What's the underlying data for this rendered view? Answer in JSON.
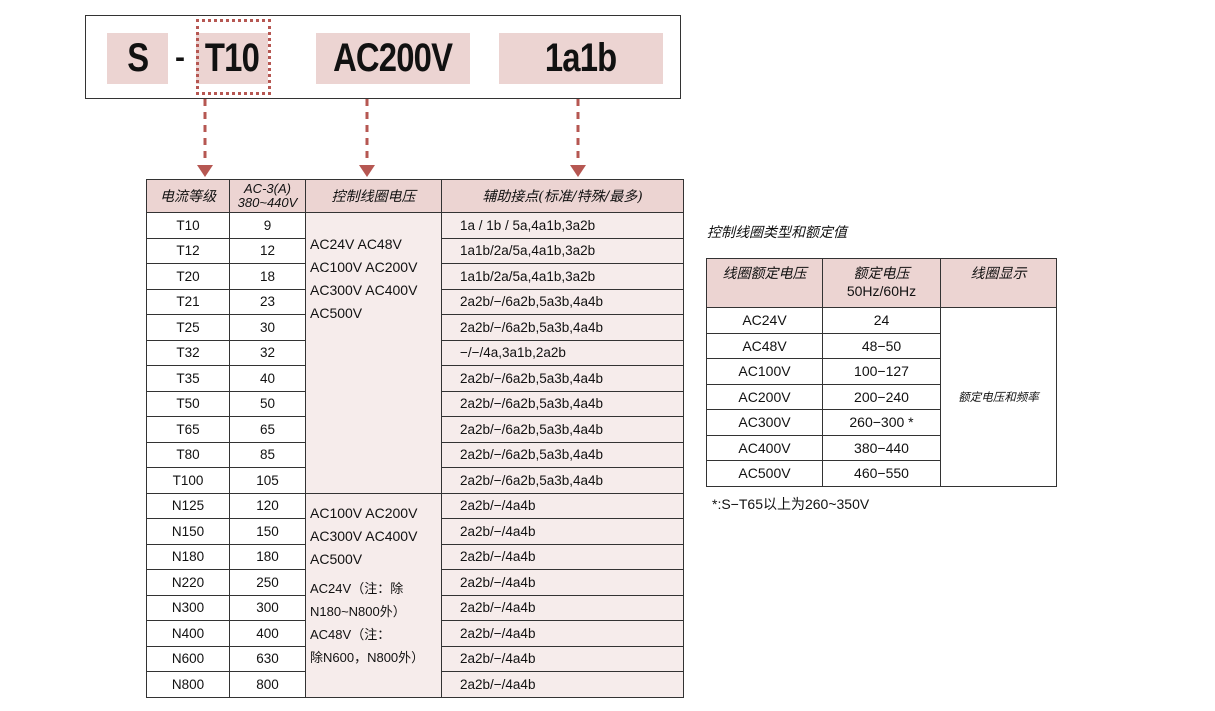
{
  "model_code": {
    "series": "S",
    "separator": "-",
    "frame_size": "T10",
    "coil_voltage": "AC200V",
    "aux_contacts": "1a1b"
  },
  "colors": {
    "segment_fill": "#ecd4d2",
    "row_fill": "#f6eceb",
    "accent_arrow": "#b65752"
  },
  "main_table": {
    "headers": {
      "rating": "电流等级",
      "ac3_line1": "AC-3(A)",
      "ac3_line2": "380~440V",
      "coil": "控制线圈电压",
      "aux": "辅助接点(标准/特殊/最多)"
    },
    "coil_group_t": "AC24V   AC48V\nAC100V  AC200V\nAC300V  AC400V\nAC500V",
    "coil_group_n_main": "AC100V  AC200V\nAC300V  AC400V\nAC500V",
    "coil_group_n_note": "AC24V（注：除\nN180~N800外）\nAC48V（注：\n除N600，N800外）",
    "rows": [
      {
        "code": "T10",
        "amps": "9",
        "aux": "1a / 1b / 5a,4a1b,3a2b"
      },
      {
        "code": "T12",
        "amps": "12",
        "aux": "1a1b/2a/5a,4a1b,3a2b"
      },
      {
        "code": "T20",
        "amps": "18",
        "aux": "1a1b/2a/5a,4a1b,3a2b"
      },
      {
        "code": "T21",
        "amps": "23",
        "aux": "2a2b/−/6a2b,5a3b,4a4b"
      },
      {
        "code": "T25",
        "amps": "30",
        "aux": "2a2b/−/6a2b,5a3b,4a4b"
      },
      {
        "code": "T32",
        "amps": "32",
        "aux": "−/−/4a,3a1b,2a2b"
      },
      {
        "code": "T35",
        "amps": "40",
        "aux": "2a2b/−/6a2b,5a3b,4a4b"
      },
      {
        "code": "T50",
        "amps": "50",
        "aux": "2a2b/−/6a2b,5a3b,4a4b"
      },
      {
        "code": "T65",
        "amps": "65",
        "aux": "2a2b/−/6a2b,5a3b,4a4b"
      },
      {
        "code": "T80",
        "amps": "85",
        "aux": "2a2b/−/6a2b,5a3b,4a4b"
      },
      {
        "code": "T100",
        "amps": "105",
        "aux": "2a2b/−/6a2b,5a3b,4a4b"
      },
      {
        "code": "N125",
        "amps": "120",
        "aux": "2a2b/−/4a4b"
      },
      {
        "code": "N150",
        "amps": "150",
        "aux": "2a2b/−/4a4b"
      },
      {
        "code": "N180",
        "amps": "180",
        "aux": "2a2b/−/4a4b"
      },
      {
        "code": "N220",
        "amps": "250",
        "aux": "2a2b/−/4a4b"
      },
      {
        "code": "N300",
        "amps": "300",
        "aux": "2a2b/−/4a4b"
      },
      {
        "code": "N400",
        "amps": "400",
        "aux": "2a2b/−/4a4b"
      },
      {
        "code": "N600",
        "amps": "630",
        "aux": "2a2b/−/4a4b"
      },
      {
        "code": "N800",
        "amps": "800",
        "aux": "2a2b/−/4a4b"
      }
    ]
  },
  "coil_table": {
    "caption": "控制线圈类型和额定值",
    "headers": {
      "rated": "线圈额定电压",
      "range_line1": "额定电压",
      "range_line2": "50Hz/60Hz",
      "display": "线圈显示"
    },
    "display_text": "额定电压和频率",
    "rows": [
      {
        "rated": "AC24V",
        "range": "24"
      },
      {
        "rated": "AC48V",
        "range": "48−50"
      },
      {
        "rated": "AC100V",
        "range": "100−127"
      },
      {
        "rated": "AC200V",
        "range": "200−240"
      },
      {
        "rated": "AC300V",
        "range": "260−300 *"
      },
      {
        "rated": "AC400V",
        "range": "380−440"
      },
      {
        "rated": "AC500V",
        "range": "460−550"
      }
    ],
    "note": "*:S−T65以上为260~350V"
  }
}
